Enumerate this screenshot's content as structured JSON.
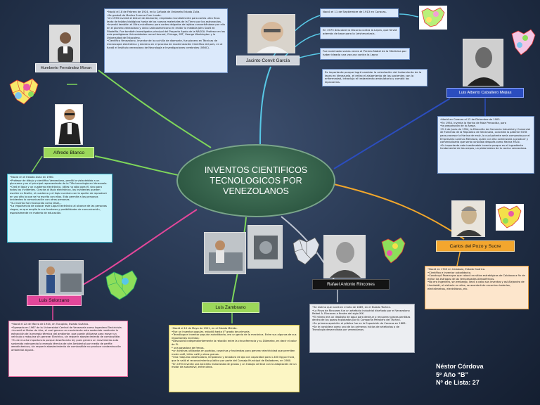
{
  "center": {
    "title": "INVENTOS CIENTIFICOS TECNOLOGICOS POR VENEZOLANOS"
  },
  "fernandez": {
    "name": "Humberto Fernández Moran",
    "info": [
      "•Nació el 18 de Febrero de 1924, en la Cañada de Urdaneta Estado Zulia.",
      "•Se graduó de Medico Summa Cum Laude.",
      "•en 1953 inventó el bisturí de diamante, empleado mundialmente para cortes ultra finos tanto de tejidos biológicos hasta de los nuevos materiales de la Tierra por los astronautas.",
      "•Inventó también el Ultra-micrótomo para cortes delgados de tejidos convertiéndose por ello en el pionero venezolano y único Latinoamericano en recibir la medalla John Scott en Filadelfia. Fue también investigador principal del Proyecto Apolo de la NASGA. Profesor en las más prestigiosas Universidades como Harvard, Chicago, MIT, George Washington y la Universidad de Estocolmo.",
      "•Científico Venezolano, inventor de la cuchilla de diamante, fue pionero en Técnicas de microscopía electrónica y decisivo en el proceso de modernización Científica del país, en al fundó el Instituto venezolano de Neurología e Investigaciones cerebrales (IVNIC)."
    ]
  },
  "convit": {
    "name": "Jacinto Convit García",
    "fact1": "Nació el 11 de Septiembre de 1913 en Caracas.",
    "fact2": "En 1973 descubre la Vacuna contra la Lepra, que Sirvió además de base para la Leishmaniasis.",
    "fact3": "Fue nominado varias veces al Premio Nobel de la Medicina por haber ideado una vacuna contra la Lepra",
    "fact4": "Es importante porque logró cambiar la orientación del tratamiento de la lepra en Venezuela, el retiro el aislamiento de los pacientes con la enfermedad, introdujo el tratamiento ambulatorio y cambió las leproserías."
  },
  "caballero": {
    "name": "Luis Alberto Caballero Mejias",
    "info": [
      "•Nació en Caracas el 12 de Diciembre de 1903.",
      "•En 1954, inventa la Harina de Maíz Precocida, para",
      "•la preparación de la Arepa.",
      "•El 4 de Junio de 1954, la Dirección de Comercio Industrial y Comercial de Fomento de la República de Venezuela, concedió la patente 5378 para procesar la Harina de maíz, la cual patente sería comprada por el Empresario Lorenzo Mendoza, quien con ella comenzaría a producir y comercializarla que sería conocida después como Harina P.A.N.",
      "•Es importante este inestimable invento porque es el ingrediente fundamental de las arepas, un plato básico de la cocina venezolana."
    ]
  },
  "blanco": {
    "name": "Alfredo Blanco",
    "info": [
      "•Nació en el Estado Zulia en 1960.",
      "•Profesor de dibujo y científico Venezolano, perdió la vista debido a un glaucoma y es el principal representante de la Tiflo tecnología en Venezuela.",
      "•Creó el lápiz y un cuaderno electrónico, útiles no sólo para él, sino para todos los invidentes. Gracias al lápiz electrónico, los invidentes pueden escribir en Braille, el cuaderno y el lápiz cuentan con la opción de reproducir en voz alta lo que se ha escrito con ellos. Esto permite a las personas invidentes la comunicación con otras personas.",
      "•Su invento fue reconocido como Disel...",
      "•La importancia de colocar este Lápiz Electrónico al alcance de las personas ciegas, es que amplía la sus fronteras y posibilidades de comunicación, especialmente en materia de educación."
    ]
  },
  "pozo": {
    "name": "Carlos del Pozo y Sucre",
    "info": [
      "•Nació en 1743 en Calabozo, Estado Guárico.",
      "•Científico e inventor autodidacta.",
      "•Construyó Pararrayos que colocó en sitios estratégicos de Calabozo a fin de evitar los estragos de las tempestades Atmosféricas.",
      "•No era Ingeniero, sin embargo, llevó a cabo sus inventos y así Alejandro de Humboldt, al visitarle en ellos, se asombró de encontrar baterías, electrómetros, electróforos, etc."
    ]
  },
  "rincones": {
    "name": "Rafael Antonio Rincones",
    "info": [
      "•Se estima que nació en el año de 1889, en el Estado Táchira.",
      "•La Pinza de Rincones fue un artefacto industrial diseñado por el Venezolano Rafael A. Rincones a finales del siglo XIX.",
      "•El mismo era un depósito de agua para destruir o recuperar piezas perdidas dentro de los pozos explotados por la Compañía Petrolera del Táchira.",
      "•Su primera aparición al público fue en la Exposición de Caracas en 1883.",
      "•Se le considera como uno de los primeros inicios de artefactos o de Tecnología desarrollada por venezolanos."
    ]
  },
  "zambrano": {
    "name": "Luis Zambrano",
    "info": [
      "•Nació el 10 de Mayo de 1901, en el Estado Mérida.",
      "•Fue un inventor popular, estudió hasta 4° grado de primaria.",
      "•Tecnólogo e inventor popular autodidacta, era un genio de la mecánica. Entre sus algunos de sus importantes inventos:",
      "•Descubrió independientemente la relación entre la circunferencia y su Diámetro, en decir el valor de Pi.",
      "* una pasadora de frenos.",
      "•un turbinas utilizadas en pueblos, cosechas y haciendas para generar electricidad que permiten moler café, trillar café y otros granos.",
      "•Una máquina clasificadora, limpiadora y secadora de ajo con capacidad para 1.400 Kg por hora, que le valió el reconocimiento público por parte del Consejo Municipal de Bailadores, en 1980.",
      "•En 1994 inventó una bicicleta motorizada de grasas y un trabajo vertical con la adaptación de un motor de automóvil, entre otros."
    ]
  },
  "solorzano": {
    "name": "Luis Solorzano",
    "info": [
      "•Nació el 22 de Marzo de 1944, en Tucupido, Estado Guárico.",
      "•Egresado en 1967 de la Universidad Central de Venezuela como Ingeniero Electricista.",
      "•Inventó el Motor de Aire, el cual genera un movimiento auto sostenido mediante la extracción de la energía térmica del ambiente, que puede utilizarse para mover un vehículo o máquina sin generar Electrico, sin requerir abastecimiento de combustible.",
      "•Es de mucha importancia porque desafía esta ley pues genera un movimiento auto sostenido extrayendo la energía térmica de aire Ambiental por medio de perfile aerodinámicos, sin requerir abastecimiento de combustible no produce contaminación ambiental alguna."
    ]
  },
  "student": {
    "line1": "Néstor Córdova",
    "line2": "5º Año “B”",
    "line3": "Nº de Lista: 27"
  },
  "colors": {
    "background": "#1c2840",
    "center": "#2f5a44",
    "green_label": "#9cd85a",
    "yellow_label": "#f5c518",
    "orange_label": "#f3a62e",
    "gray_label": "#d0d4db"
  }
}
